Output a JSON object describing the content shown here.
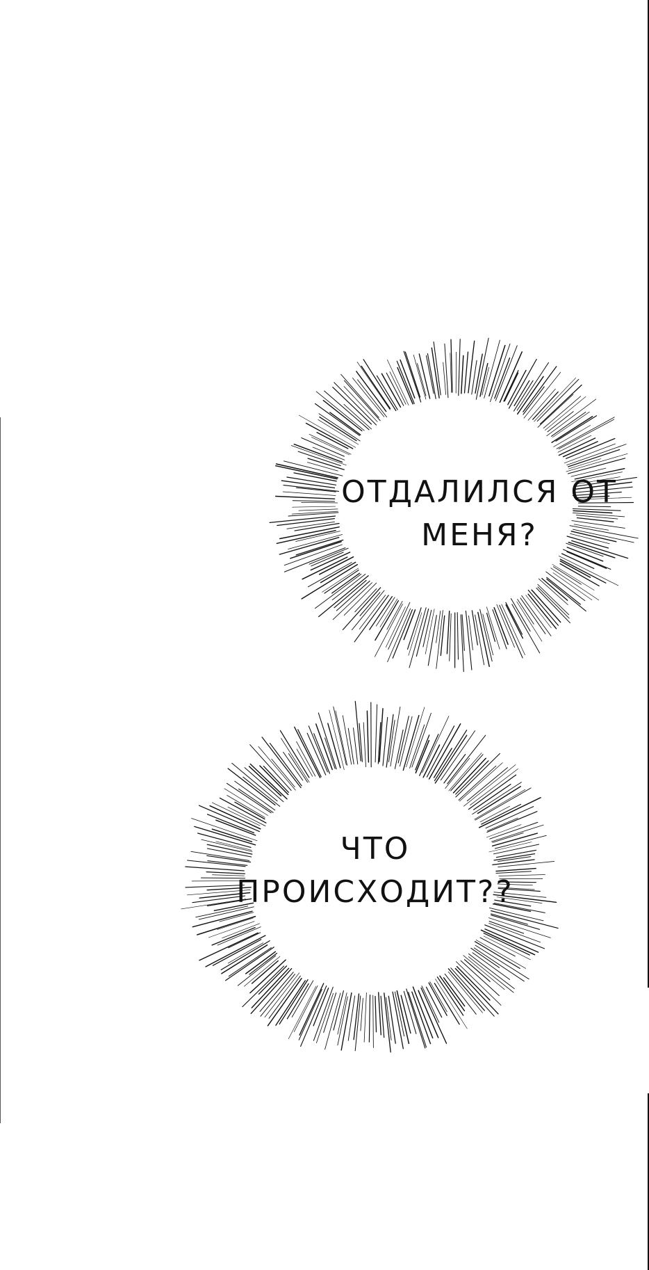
{
  "panel": {
    "bubbles": [
      {
        "lines": [
          "ОТДАЛИЛСЯ ОТ",
          "МЕНЯ?"
        ]
      },
      {
        "lines": [
          "ЧТО",
          "ПРОИСХОДИТ??"
        ]
      }
    ],
    "colors": {
      "background": "#ffffff",
      "ink": "#111111"
    }
  }
}
